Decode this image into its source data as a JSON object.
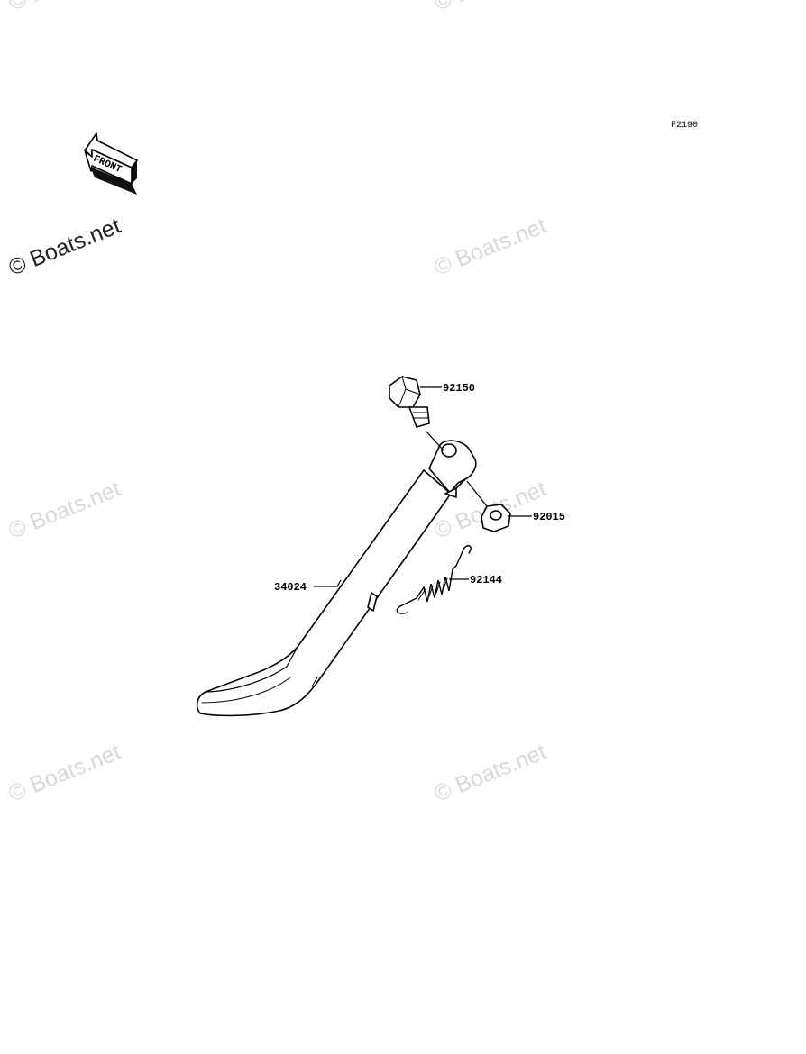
{
  "figure_code": "F2190",
  "direction_label": "FRONT",
  "watermark": "© Boats.net",
  "parts": [
    {
      "id": "bolt",
      "code": "92150",
      "icon": "hex-bolt-icon"
    },
    {
      "id": "nut",
      "code": "92015",
      "icon": "hex-nut-icon"
    },
    {
      "id": "spring",
      "code": "92144",
      "icon": "coil-spring-icon"
    },
    {
      "id": "stand",
      "code": "34024",
      "icon": "side-stand-icon"
    }
  ]
}
